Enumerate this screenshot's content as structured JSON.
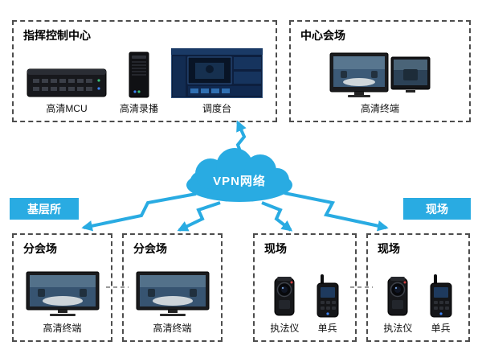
{
  "colors": {
    "accent": "#29abe2"
  },
  "cloud": {
    "label": "VPN网络"
  },
  "zone_labels": {
    "left": "基层所",
    "right": "现场"
  },
  "command_center": {
    "title": "指挥控制中心",
    "devices": [
      {
        "label": "高清MCU",
        "icon": "rack-server-icon"
      },
      {
        "label": "高清录播",
        "icon": "tower-server-icon"
      },
      {
        "label": "调度台",
        "icon": "dispatch-console-icon"
      }
    ]
  },
  "central_venue": {
    "title": "中心会场",
    "device_label": "高清终端",
    "icon": "dual-monitors-icon"
  },
  "branch_venues": [
    {
      "title": "分会场",
      "device_label": "高清终端",
      "icon": "hd-terminal-monitor-icon"
    },
    {
      "title": "分会场",
      "device_label": "高清终端",
      "icon": "hd-terminal-monitor-icon"
    }
  ],
  "field_sites": [
    {
      "title": "现场",
      "devices": [
        {
          "label": "执法仪",
          "icon": "body-camera-icon"
        },
        {
          "label": "单兵",
          "icon": "handheld-radio-icon"
        }
      ]
    },
    {
      "title": "现场",
      "devices": [
        {
          "label": "执法仪",
          "icon": "body-camera-icon"
        },
        {
          "label": "单兵",
          "icon": "handheld-radio-icon"
        }
      ]
    }
  ]
}
